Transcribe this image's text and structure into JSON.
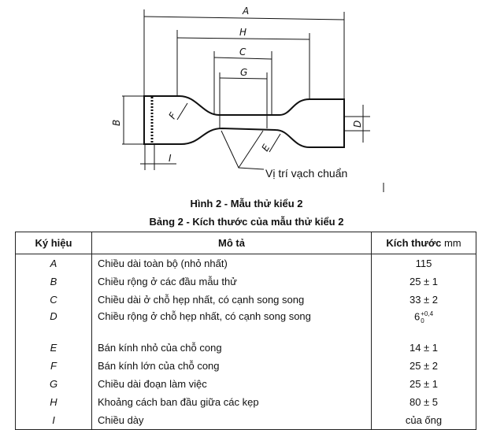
{
  "figure": {
    "labels": {
      "A": "A",
      "H": "H",
      "C": "C",
      "G": "G",
      "B": "B",
      "D": "D",
      "E": "E",
      "F": "F",
      "I": "I"
    },
    "callout": "Vị trí vạch chuẩn",
    "caption": "Hình 2 - Mẫu thử kiểu 2"
  },
  "table": {
    "title": "Bảng 2 - Kích thước của mẫu thử kiểu 2",
    "headers": {
      "symbol": "Ký hiệu",
      "description": "Mô tả",
      "size": "Kích thước",
      "unit": "mm"
    },
    "rows": [
      {
        "symbol": "A",
        "description": "Chiều dài toàn bộ (nhỏ nhất)",
        "value": "115"
      },
      {
        "symbol": "B",
        "description": "Chiều rộng ở các đầu mẫu thử",
        "value": "25 ± 1"
      },
      {
        "symbol": "C",
        "description": "Chiều dài ở chỗ hẹp nhất, có cạnh song song",
        "value": "33 ± 2"
      },
      {
        "symbol": "D",
        "description": "Chiều rộng ở chỗ hẹp nhất, có cạnh song song",
        "value": "6",
        "tol_upper": "+0,4",
        "tol_lower": "0"
      },
      {
        "symbol": "E",
        "description": "Bán kính nhỏ của chỗ cong",
        "value": "14 ± 1"
      },
      {
        "symbol": "F",
        "description": "Bán kính lớn của chỗ cong",
        "value": "25 ± 2"
      },
      {
        "symbol": "G",
        "description": "Chiều dài đoạn làm việc",
        "value": "25 ± 1"
      },
      {
        "symbol": "H",
        "description": "Khoảng cách ban đầu giữa các kẹp",
        "value": "80 ± 5"
      },
      {
        "symbol": "I",
        "description": "Chiều dày",
        "value": "của ống"
      }
    ]
  }
}
